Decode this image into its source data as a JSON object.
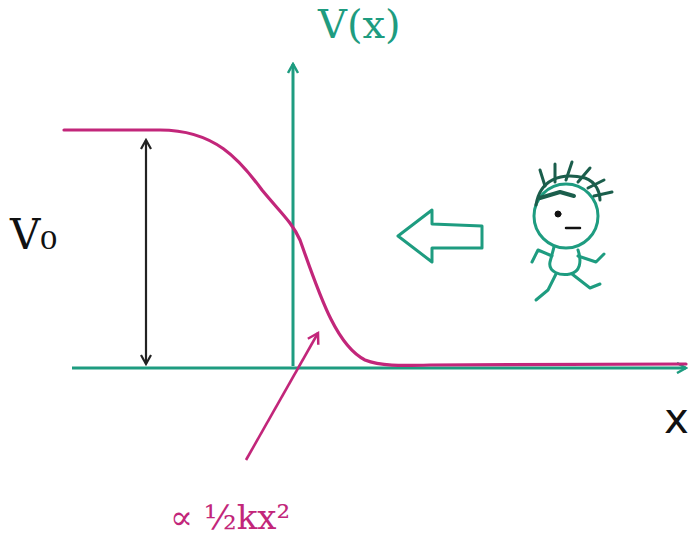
{
  "diagram": {
    "labels": [
      "V(x)",
      "V₀",
      "x",
      "∝ ½kx²"
    ]
  }
}
